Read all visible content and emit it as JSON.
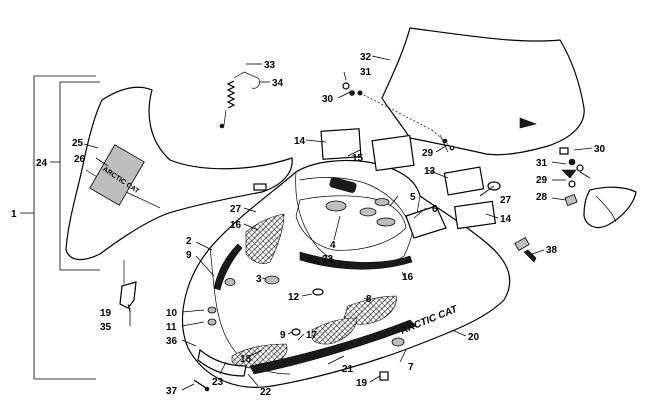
{
  "diagram": {
    "brand_text": "ARCTIC CAT",
    "callouts": [
      {
        "id": "1",
        "label": "1"
      },
      {
        "id": "2",
        "label": "2"
      },
      {
        "id": "3",
        "label": "3"
      },
      {
        "id": "4",
        "label": "4"
      },
      {
        "id": "5",
        "label": "5"
      },
      {
        "id": "6",
        "label": "6"
      },
      {
        "id": "7",
        "label": "7"
      },
      {
        "id": "8",
        "label": "8"
      },
      {
        "id": "9a",
        "label": "9"
      },
      {
        "id": "9b",
        "label": "9"
      },
      {
        "id": "10",
        "label": "10"
      },
      {
        "id": "11",
        "label": "11"
      },
      {
        "id": "12",
        "label": "12"
      },
      {
        "id": "13",
        "label": "13"
      },
      {
        "id": "14a",
        "label": "14"
      },
      {
        "id": "14b",
        "label": "14"
      },
      {
        "id": "15",
        "label": "15"
      },
      {
        "id": "16a",
        "label": "16"
      },
      {
        "id": "16b",
        "label": "16"
      },
      {
        "id": "17",
        "label": "17"
      },
      {
        "id": "18",
        "label": "18"
      },
      {
        "id": "19a",
        "label": "19"
      },
      {
        "id": "19b",
        "label": "19"
      },
      {
        "id": "20",
        "label": "20"
      },
      {
        "id": "21",
        "label": "21"
      },
      {
        "id": "22",
        "label": "22"
      },
      {
        "id": "23a",
        "label": "23"
      },
      {
        "id": "23b",
        "label": "23"
      },
      {
        "id": "24",
        "label": "24"
      },
      {
        "id": "25",
        "label": "25"
      },
      {
        "id": "26",
        "label": "26"
      },
      {
        "id": "27a",
        "label": "27"
      },
      {
        "id": "27b",
        "label": "27"
      },
      {
        "id": "28",
        "label": "28"
      },
      {
        "id": "29a",
        "label": "29"
      },
      {
        "id": "29b",
        "label": "29"
      },
      {
        "id": "30a",
        "label": "30"
      },
      {
        "id": "30b",
        "label": "30"
      },
      {
        "id": "31a",
        "label": "31"
      },
      {
        "id": "31b",
        "label": "31"
      },
      {
        "id": "32",
        "label": "32"
      },
      {
        "id": "33",
        "label": "33"
      },
      {
        "id": "34",
        "label": "34"
      },
      {
        "id": "35",
        "label": "35"
      },
      {
        "id": "36",
        "label": "36"
      },
      {
        "id": "37",
        "label": "37"
      },
      {
        "id": "38",
        "label": "38"
      }
    ]
  }
}
